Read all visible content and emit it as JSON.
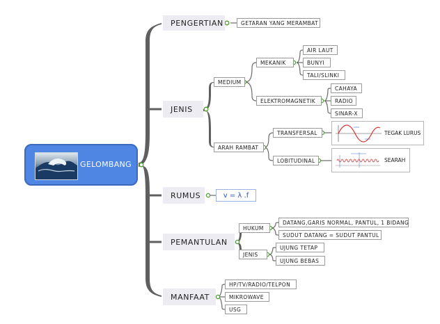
{
  "root": {
    "label": "GELOMBANG"
  },
  "pengertian": {
    "label": "PENGERTIAN",
    "desc": "GETARAN YANG MERAMBAT"
  },
  "jenis": {
    "label": "JENIS",
    "medium": {
      "label": "MEDIUM",
      "mekanik": {
        "label": "MEKANIK",
        "items": [
          "AIR LAUT",
          "BUNYI",
          "TALI/SLINKI"
        ]
      },
      "elektromagnetik": {
        "label": "ELEKTROMAGNETIK",
        "items": [
          "CAHAYA",
          "RADIO",
          "SINAR-X"
        ]
      }
    },
    "arah_rambat": {
      "label": "ARAH RAMBAT",
      "transfersal": {
        "label": "TRANSFERSAL",
        "note": "TEGAK LURUS"
      },
      "lobitudinal": {
        "label": "LOBITUDINAL",
        "note": "SEARAH"
      }
    }
  },
  "rumus": {
    "label": "RUMUS",
    "formula": "v = λ .f"
  },
  "pemantulan": {
    "label": "PEMANTULAN",
    "hukum": {
      "label": "HUKUM",
      "items": [
        "DATANG,GARIS NORMAL, PANTUL, 1 BIDANG",
        "SUDUT DATANG = SUDUT PANTUL"
      ]
    },
    "jenis": {
      "label": "JENIS",
      "items": [
        "UJUNG TETAP",
        "UJUNG BEBAS"
      ]
    }
  },
  "manfaat": {
    "label": "MANFAAT",
    "items": [
      "HP/TV/RADIO/TELPON",
      "MIKROWAVE",
      "USG"
    ]
  },
  "colors": {
    "root_fill": "#4f86e4",
    "branch": "#5f5f5f",
    "connector_dot": "#4f9d35",
    "formula_text": "#2c53c6"
  }
}
